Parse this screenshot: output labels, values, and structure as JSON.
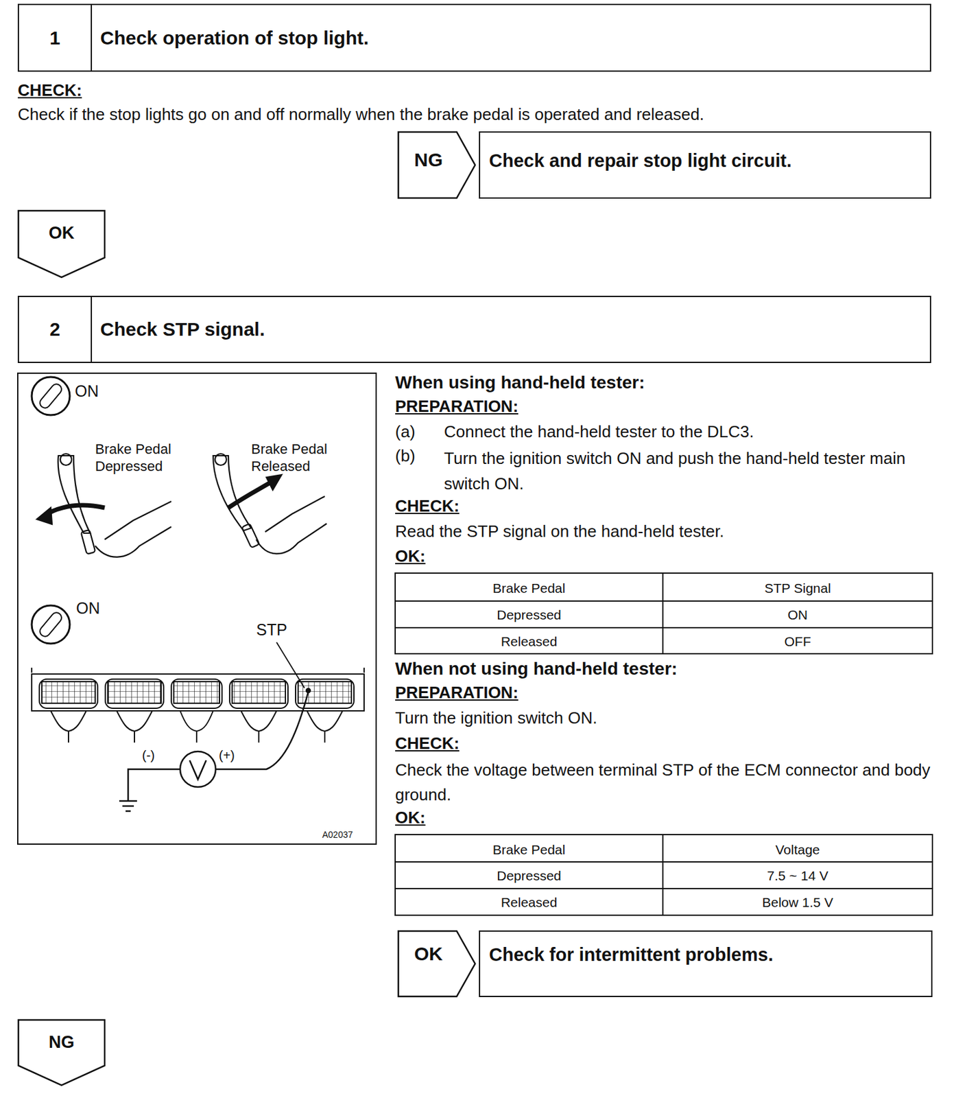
{
  "diagram": {
    "nodes": [
      {
        "text": [
          "1",
          "Check operation of stop light."
        ]
      },
      {
        "text": [
          "NG"
        ]
      },
      {
        "text": [
          "Check and repair stop light circuit."
        ]
      },
      {
        "text": [
          "OK"
        ]
      },
      {
        "text": [
          "2",
          "Check STP signal."
        ]
      },
      {
        "text": [
          "OK"
        ]
      },
      {
        "text": [
          "Check for intermittent problems."
        ]
      },
      {
        "text": [
          "NG"
        ]
      }
    ],
    "labels": [
      "CHECK:",
      "Check if the stop lights go on and off normally when the brake pedal is operated and released.",
      "ON",
      "Brake Pedal Depressed",
      "Brake Pedal Released",
      "ON",
      "STP",
      "(-)",
      "(+)",
      "A02037",
      "When using hand-held tester:",
      "PREPARATION:",
      "(a)",
      "Connect the hand-held tester to the DLC3.",
      "(b)",
      "Turn the ignition switch ON and push the hand-held tester main switch ON.",
      "CHECK:",
      "Read the STP signal on the hand-held tester.",
      "OK:",
      "Brake Pedal",
      "STP Signal",
      "Depressed",
      "ON",
      "Released",
      "OFF",
      "When not using hand-held tester:",
      "PREPARATION:",
      "Turn the ignition switch ON.",
      "CHECK:",
      "Check the voltage between terminal STP of the ECM connector and body ground.",
      "OK:",
      "Brake Pedal",
      "Voltage",
      "Depressed",
      "7.5 ~ 14 V",
      "Released",
      "Below 1.5 V"
    ]
  }
}
